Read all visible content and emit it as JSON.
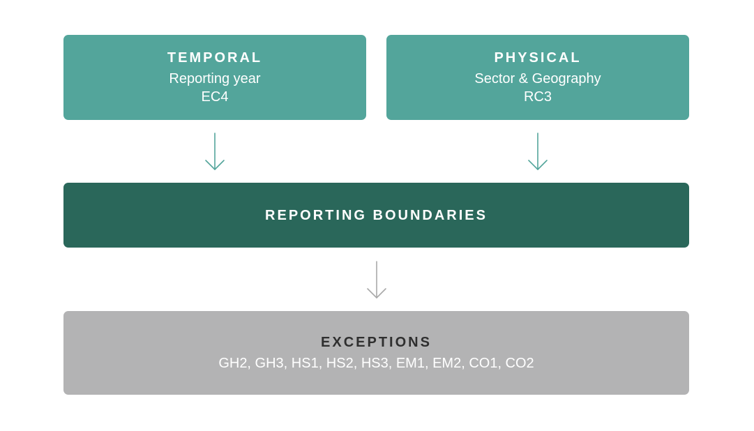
{
  "diagram": {
    "temporal": {
      "title": "TEMPORAL",
      "line1": "Reporting year",
      "line2": "EC4"
    },
    "physical": {
      "title": "PHYSICAL",
      "line1": "Sector & Geography",
      "line2": "RC3"
    },
    "boundaries": {
      "title": "REPORTING BOUNDARIES"
    },
    "exceptions": {
      "title": "EXCEPTIONS",
      "codes": "GH2, GH3, HS1, HS2, HS3, EM1, EM2, CO1, CO2"
    },
    "colors": {
      "top_boxes": "#53a59b",
      "boundaries_box": "#2a675a",
      "exceptions_box": "#b3b3b4",
      "teal_arrows": "#53a59b",
      "grey_arrow": "#a9a9a9"
    }
  }
}
